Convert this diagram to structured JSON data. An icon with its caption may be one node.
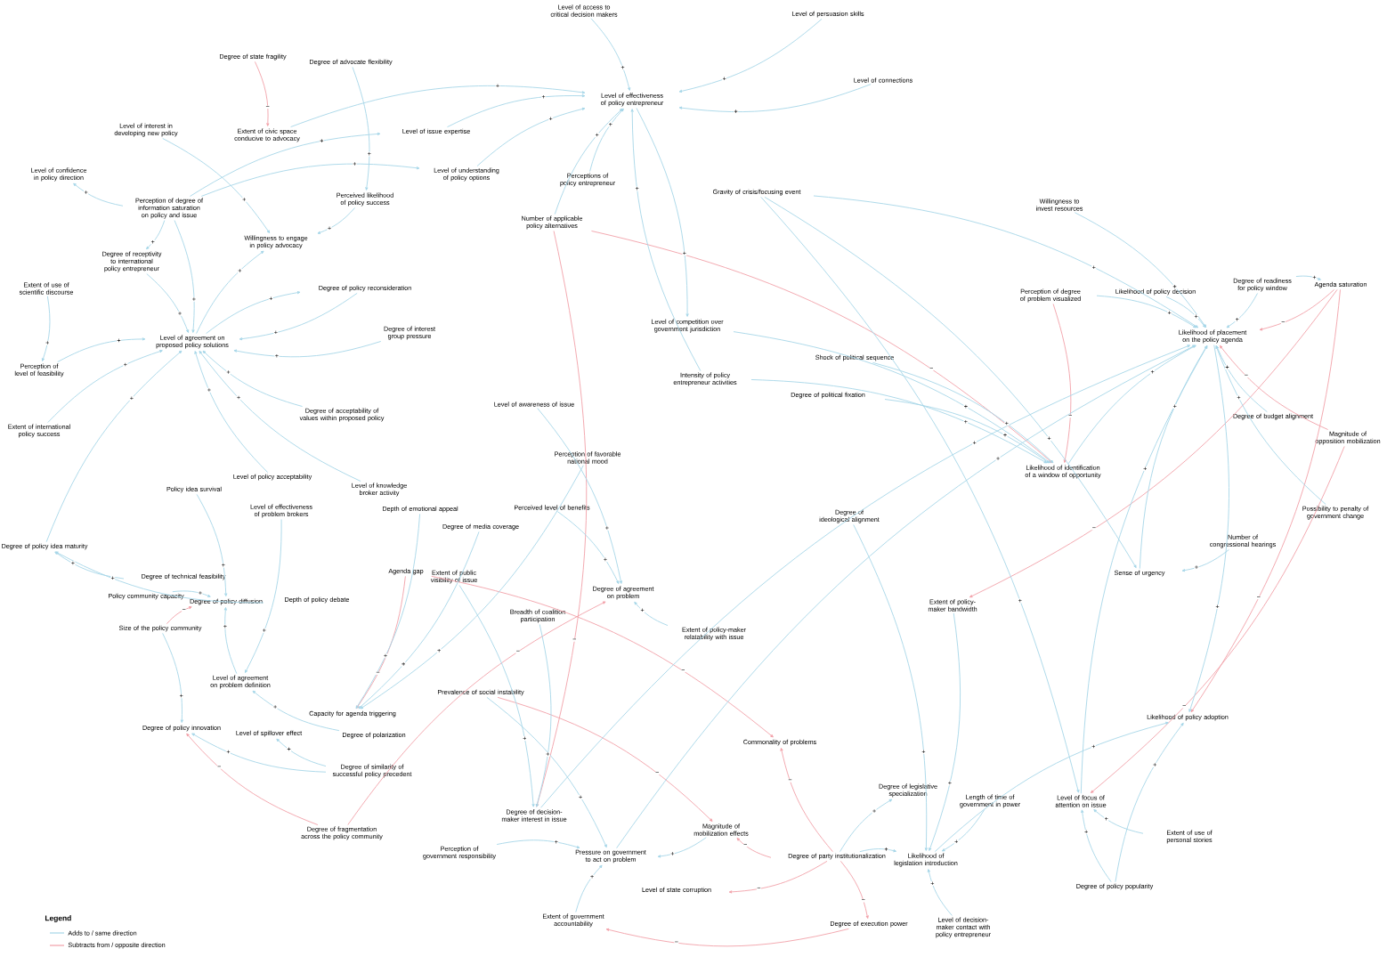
{
  "diagram": {
    "nodes": [
      {
        "text": [
          "Degree of state fragility"
        ]
      },
      {
        "text": [
          "Degree of advocate flexibility"
        ]
      },
      {
        "text": [
          "Level of access to critical decision makers"
        ]
      },
      {
        "text": [
          "Level of persuasion skills"
        ]
      },
      {
        "text": [
          "Level of connections"
        ]
      },
      {
        "text": [
          "Level of effectiveness of policy entrepreneur"
        ]
      },
      {
        "text": [
          "Level of interest in developing new policy"
        ]
      },
      {
        "text": [
          "Extent of civic space conducive to advocacy"
        ]
      },
      {
        "text": [
          "Level of issue expertise"
        ]
      },
      {
        "text": [
          "Level of confidence in policy direction"
        ]
      },
      {
        "text": [
          "Level of understanding of policy options"
        ]
      },
      {
        "text": [
          "Perceptions of policy entrepreneur"
        ]
      },
      {
        "text": [
          "Gravity of crisis/focusing event"
        ]
      },
      {
        "text": [
          "Perceived likelihood of policy success"
        ]
      },
      {
        "text": [
          "Willingness to invest resources"
        ]
      },
      {
        "text": [
          "Perception of degree of information saturation on policy and issue"
        ]
      },
      {
        "text": [
          "Number of applicable policy alternatives"
        ]
      },
      {
        "text": [
          "Willingness to engage in policy advocacy"
        ]
      },
      {
        "text": [
          "Degree of receptivity to international policy entrepreneur"
        ]
      },
      {
        "text": [
          "Perception of degree of problem visualized"
        ]
      },
      {
        "text": [
          "Agenda saturation"
        ]
      },
      {
        "text": [
          "Degree of readiness for policy window"
        ]
      },
      {
        "text": [
          "Degree of policy reconsideration"
        ]
      },
      {
        "text": [
          "Extent of use of scientific discourse"
        ]
      },
      {
        "text": [
          "Likelihood of policy decision"
        ]
      },
      {
        "text": [
          "Level of competition over government jurisdiction"
        ]
      },
      {
        "text": [
          "Degree of interest group pressure"
        ]
      },
      {
        "text": [
          "Likelihood of placement on the policy agenda"
        ]
      },
      {
        "text": [
          "Level of agreement on proposed policy solutions"
        ]
      },
      {
        "text": [
          "Shock of political sequence"
        ]
      },
      {
        "text": [
          "Perception of level of feasibility"
        ]
      },
      {
        "text": [
          "Intensity of policy entrepreneur activities"
        ]
      },
      {
        "text": [
          "Degree of political fixation"
        ]
      },
      {
        "text": [
          "Level of awareness of issue"
        ]
      },
      {
        "text": [
          "Degree of acceptability of values within proposed policy"
        ]
      },
      {
        "text": [
          "Degree of budget alignment"
        ]
      },
      {
        "text": [
          "Extent of international policy success"
        ]
      },
      {
        "text": [
          "Magnitude of opposition mobilization"
        ]
      },
      {
        "text": [
          "Perception of favorable national mood"
        ]
      },
      {
        "text": [
          "Likelihood of identification of a window of opportunity"
        ]
      },
      {
        "text": [
          "Level of policy acceptability"
        ]
      },
      {
        "text": [
          "Policy idea survival"
        ]
      },
      {
        "text": [
          "Level of knowledge broker activity"
        ]
      },
      {
        "text": [
          "Perceived level of benefits"
        ]
      },
      {
        "text": [
          "Level of effectiveness of problem brokers"
        ]
      },
      {
        "text": [
          "Depth of emotional appeal"
        ]
      },
      {
        "text": [
          "Possibility to penalty of government change"
        ]
      },
      {
        "text": [
          "Degree of ideological alignment"
        ]
      },
      {
        "text": [
          "Degree of media coverage"
        ]
      },
      {
        "text": [
          "Degree of policy idea maturity"
        ]
      },
      {
        "text": [
          "Number of congressional hearings"
        ]
      },
      {
        "text": [
          "Sense of urgency"
        ]
      },
      {
        "text": [
          "Agenda gap"
        ]
      },
      {
        "text": [
          "Extent of public visibility of issue"
        ]
      },
      {
        "text": [
          "Degree of technical feasibility"
        ]
      },
      {
        "text": [
          "Degree of agreement on problem"
        ]
      },
      {
        "text": [
          "Policy community capacity"
        ]
      },
      {
        "text": [
          "Degree of policy diffusion"
        ]
      },
      {
        "text": [
          "Depth of policy debate"
        ]
      },
      {
        "text": [
          "Extent of policy-maker bandwidth"
        ]
      },
      {
        "text": [
          "Breadth of coalition participation"
        ]
      },
      {
        "text": [
          "Size of the policy community"
        ]
      },
      {
        "text": [
          "Extent of policy-maker relatability with issue"
        ]
      },
      {
        "text": [
          "Level of agreement on problem definition"
        ]
      },
      {
        "text": [
          "Prevalence of social instability"
        ]
      },
      {
        "text": [
          "Capacity for agenda triggering"
        ]
      },
      {
        "text": [
          "Likelihood of policy adoption"
        ]
      },
      {
        "text": [
          "Degree of policy innovation"
        ]
      },
      {
        "text": [
          "Level of spillover effect"
        ]
      },
      {
        "text": [
          "Degree of polarization"
        ]
      },
      {
        "text": [
          "Commonality of problems"
        ]
      },
      {
        "text": [
          "Degree of similarity of successful policy precedent"
        ]
      },
      {
        "text": [
          "Degree of legislative specialization"
        ]
      },
      {
        "text": [
          "Length of time of government in power"
        ]
      },
      {
        "text": [
          "Level of focus of attention on issue"
        ]
      },
      {
        "text": [
          "Degree of decision-maker interest in issue"
        ]
      },
      {
        "text": [
          "Extent of use of personal stories"
        ]
      },
      {
        "text": [
          "Degree of fragmentation across the policy community"
        ]
      },
      {
        "text": [
          "Magnitude of mobilization effects"
        ]
      },
      {
        "text": [
          "Perception of government responsibility"
        ]
      },
      {
        "text": [
          "Pressure on government to act on problem"
        ]
      },
      {
        "text": [
          "Degree of party institutionalization"
        ]
      },
      {
        "text": [
          "Likelihood of legislation introduction"
        ]
      },
      {
        "text": [
          "Degree of policy popularity"
        ]
      },
      {
        "text": [
          "Level of state corruption"
        ]
      },
      {
        "text": [
          "Extent of government accountability"
        ]
      },
      {
        "text": [
          "Degree of execution power"
        ]
      },
      {
        "text": [
          "Level of decision-maker contact with policy entrepreneur"
        ]
      }
    ],
    "edges": [
      {
        "from": 0,
        "to": 7,
        "arrow": "to",
        "label": "−",
        "color": "#f2a0a8"
      },
      {
        "from": 16,
        "to": 39,
        "arrow": "to",
        "label": "−",
        "color": "#f2a0a8"
      },
      {
        "from": 16,
        "to": 75,
        "arrow": "to",
        "label": "−",
        "color": "#f2a0a8"
      },
      {
        "from": 20,
        "to": 27,
        "arrow": "to",
        "label": "−",
        "color": "#f2a0a8"
      },
      {
        "from": 37,
        "to": 27,
        "arrow": "to",
        "label": "−",
        "color": "#f2a0a8"
      },
      {
        "from": 20,
        "to": 66,
        "arrow": "to",
        "label": "−",
        "color": "#f2a0a8"
      },
      {
        "from": 37,
        "to": 74,
        "arrow": "to",
        "label": "−",
        "color": "#f2a0a8"
      },
      {
        "from": 20,
        "to": 59,
        "arrow": "to",
        "label": "−",
        "color": "#f2a0a8"
      },
      {
        "from": 19,
        "to": 39,
        "arrow": "to",
        "label": "−",
        "color": "#f2a0a8"
      },
      {
        "from": 61,
        "to": 57,
        "arrow": "to",
        "label": "−",
        "color": "#f2a0a8"
      },
      {
        "from": 77,
        "to": 67,
        "arrow": "to",
        "label": "−",
        "color": "#f2a0a8"
      },
      {
        "from": 77,
        "to": 55,
        "arrow": "to",
        "label": "−",
        "color": "#f2a0a8"
      },
      {
        "from": 52,
        "to": 65,
        "arrow": "to",
        "label": "−",
        "color": "#f2a0a8"
      },
      {
        "from": 52,
        "to": 70,
        "arrow": "to",
        "label": "−",
        "color": "#f2a0a8"
      },
      {
        "from": 64,
        "to": 78,
        "arrow": "to",
        "label": "−",
        "color": "#f2a0a8"
      },
      {
        "from": 81,
        "to": 78,
        "arrow": "to",
        "label": "−",
        "color": "#f2a0a8"
      },
      {
        "from": 81,
        "to": 84,
        "arrow": "to",
        "label": "−",
        "color": "#f2a0a8"
      },
      {
        "from": 81,
        "to": 86,
        "arrow": "to",
        "label": "−",
        "color": "#f2a0a8"
      },
      {
        "from": 81,
        "to": 70,
        "arrow": "to",
        "label": "−",
        "color": "#f2a0a8"
      },
      {
        "from": 86,
        "to": 85,
        "arrow": "to",
        "label": "−",
        "color": "#f2a0a8"
      },
      {
        "from": 6,
        "to": 17,
        "arrow": "to",
        "label": "+"
      },
      {
        "from": 13,
        "to": 17,
        "arrow": "to",
        "label": "+"
      },
      {
        "from": 7,
        "to": 5,
        "arrow": "to",
        "label": "+"
      },
      {
        "from": 15,
        "to": 9,
        "arrow": "to",
        "label": "+"
      },
      {
        "from": 15,
        "to": 18,
        "arrow": "to",
        "label": "+"
      },
      {
        "from": 15,
        "to": 28,
        "arrow": "to",
        "label": "+"
      },
      {
        "from": 15,
        "to": 8,
        "arrow": "to",
        "label": "+"
      },
      {
        "from": 15,
        "to": 10,
        "arrow": "to",
        "label": "+"
      },
      {
        "from": 18,
        "to": 28,
        "arrow": "to",
        "label": "+"
      },
      {
        "from": 23,
        "to": 30,
        "arrow": "to",
        "label": "+"
      },
      {
        "from": 30,
        "to": 28,
        "arrow": "to",
        "label": "+"
      },
      {
        "from": 22,
        "to": 28,
        "arrow": "to",
        "label": "+"
      },
      {
        "from": 26,
        "to": 28,
        "arrow": "to",
        "label": "+"
      },
      {
        "from": 34,
        "to": 28,
        "arrow": "to",
        "label": "+"
      },
      {
        "from": 40,
        "to": 28,
        "arrow": "to",
        "label": "+"
      },
      {
        "from": 28,
        "to": 17,
        "arrow": "to",
        "label": "+"
      },
      {
        "from": 28,
        "to": 22,
        "arrow": "to",
        "label": "+"
      },
      {
        "from": 36,
        "to": 28,
        "arrow": "to",
        "label": "+"
      },
      {
        "from": 2,
        "to": 5,
        "arrow": "to",
        "label": "+"
      },
      {
        "from": 3,
        "to": 5,
        "arrow": "to",
        "label": "+"
      },
      {
        "from": 4,
        "to": 5,
        "arrow": "to",
        "label": "+"
      },
      {
        "from": 8,
        "to": 5,
        "arrow": "to",
        "label": "+"
      },
      {
        "from": 10,
        "to": 5,
        "arrow": "to",
        "label": "+"
      },
      {
        "from": 11,
        "to": 5,
        "arrow": "to",
        "label": "+"
      },
      {
        "from": 5,
        "to": 25,
        "arrow": "to",
        "label": "+"
      },
      {
        "from": 12,
        "to": 27,
        "arrow": "to",
        "label": "+"
      },
      {
        "from": 12,
        "to": 74,
        "arrow": "to",
        "label": "+"
      },
      {
        "from": 12,
        "to": 51,
        "arrow": "to",
        "label": "+"
      },
      {
        "from": 16,
        "to": 5,
        "arrow": "to",
        "label": "+"
      },
      {
        "from": 31,
        "to": 5,
        "arrow": "to",
        "label": "+"
      },
      {
        "from": 31,
        "to": 39,
        "arrow": "to",
        "label": "+"
      },
      {
        "from": 14,
        "to": 27,
        "arrow": "to",
        "label": "+"
      },
      {
        "from": 24,
        "to": 27,
        "arrow": "to",
        "label": "+"
      },
      {
        "from": 21,
        "to": 20,
        "arrow": "to",
        "label": "+"
      },
      {
        "from": 21,
        "to": 27,
        "arrow": "to",
        "label": "+"
      },
      {
        "from": 35,
        "to": 27,
        "arrow": "to",
        "label": "+"
      },
      {
        "from": 39,
        "to": 27,
        "arrow": "to",
        "label": "+"
      },
      {
        "from": 19,
        "to": 27,
        "arrow": "to",
        "label": "+"
      },
      {
        "from": 49,
        "to": 28,
        "arrow": "to",
        "label": "+"
      },
      {
        "from": 54,
        "to": 49,
        "arrow": "to",
        "label": "+"
      },
      {
        "from": 41,
        "to": 57,
        "arrow": "to",
        "label": "+"
      },
      {
        "from": 56,
        "to": 57,
        "arrow": "to",
        "label": "+"
      },
      {
        "from": 63,
        "to": 57,
        "arrow": "to",
        "label": "+"
      },
      {
        "from": 61,
        "to": 67,
        "arrow": "to",
        "label": "+"
      },
      {
        "from": 71,
        "to": 68,
        "arrow": "to",
        "label": "+"
      },
      {
        "from": 71,
        "to": 67,
        "arrow": "to",
        "label": "+"
      },
      {
        "from": 69,
        "to": 63,
        "arrow": "to",
        "label": "+"
      },
      {
        "from": 42,
        "to": 28,
        "arrow": "to",
        "label": "+"
      },
      {
        "from": 44,
        "to": 63,
        "arrow": "to",
        "label": "+"
      },
      {
        "from": 45,
        "to": 65,
        "arrow": "to",
        "label": "+"
      },
      {
        "from": 58,
        "to": 49,
        "arrow": "to",
        "label": "+"
      },
      {
        "from": 48,
        "to": 65,
        "arrow": "to",
        "label": "+"
      },
      {
        "from": 43,
        "to": 55,
        "arrow": "to",
        "label": "+"
      },
      {
        "from": 53,
        "to": 75,
        "arrow": "to",
        "label": "+"
      },
      {
        "from": 60,
        "to": 75,
        "arrow": "to",
        "label": "+"
      },
      {
        "from": 62,
        "to": 55,
        "arrow": "to",
        "label": "+"
      },
      {
        "from": 47,
        "to": 82,
        "arrow": "to",
        "label": "+"
      },
      {
        "from": 64,
        "to": 80,
        "arrow": "to",
        "label": "+"
      },
      {
        "from": 81,
        "to": 72,
        "arrow": "to",
        "label": "+"
      },
      {
        "from": 78,
        "to": 80,
        "arrow": "to",
        "label": "+"
      },
      {
        "from": 85,
        "to": 80,
        "arrow": "to",
        "label": "+"
      },
      {
        "from": 79,
        "to": 80,
        "arrow": "to",
        "label": "+"
      },
      {
        "from": 80,
        "to": 27,
        "arrow": "to",
        "label": "+"
      },
      {
        "from": 81,
        "to": 82,
        "arrow": "to",
        "label": "+"
      },
      {
        "from": 59,
        "to": 82,
        "arrow": "to",
        "label": "+"
      },
      {
        "from": 50,
        "to": 51,
        "arrow": "to",
        "label": "+"
      },
      {
        "from": 51,
        "to": 27,
        "arrow": "to",
        "label": "+"
      },
      {
        "from": 46,
        "to": 27,
        "arrow": "to",
        "label": "+"
      },
      {
        "from": 73,
        "to": 82,
        "arrow": "to",
        "label": "+"
      },
      {
        "from": 76,
        "to": 74,
        "arrow": "to",
        "label": "+"
      },
      {
        "from": 83,
        "to": 74,
        "arrow": "to",
        "label": "+"
      },
      {
        "from": 83,
        "to": 66,
        "arrow": "to",
        "label": "+"
      },
      {
        "from": 87,
        "to": 82,
        "arrow": "to",
        "label": "+"
      },
      {
        "from": 82,
        "to": 66,
        "arrow": "to",
        "label": "+"
      },
      {
        "from": 74,
        "to": 27,
        "arrow": "to",
        "label": "+"
      },
      {
        "from": 33,
        "to": 55,
        "arrow": "to",
        "label": "+"
      },
      {
        "from": 38,
        "to": 65,
        "arrow": "to",
        "label": "+"
      },
      {
        "from": 32,
        "to": 39,
        "arrow": "to",
        "label": "+"
      },
      {
        "from": 29,
        "to": 39,
        "arrow": "to",
        "label": "+"
      },
      {
        "from": 25,
        "to": 39,
        "arrow": "to",
        "label": "+"
      },
      {
        "from": 27,
        "to": 66,
        "arrow": "to",
        "label": "+"
      },
      {
        "from": 1,
        "to": 13,
        "arrow": "to",
        "label": "+"
      },
      {
        "from": 75,
        "to": 27,
        "arrow": "to",
        "label": "+"
      }
    ],
    "labels": [
      "Legend"
    ],
    "legend": [
      {
        "text": "Adds to / same direction"
      },
      {
        "text": "Subtracts from / opposite direction"
      }
    ]
  }
}
